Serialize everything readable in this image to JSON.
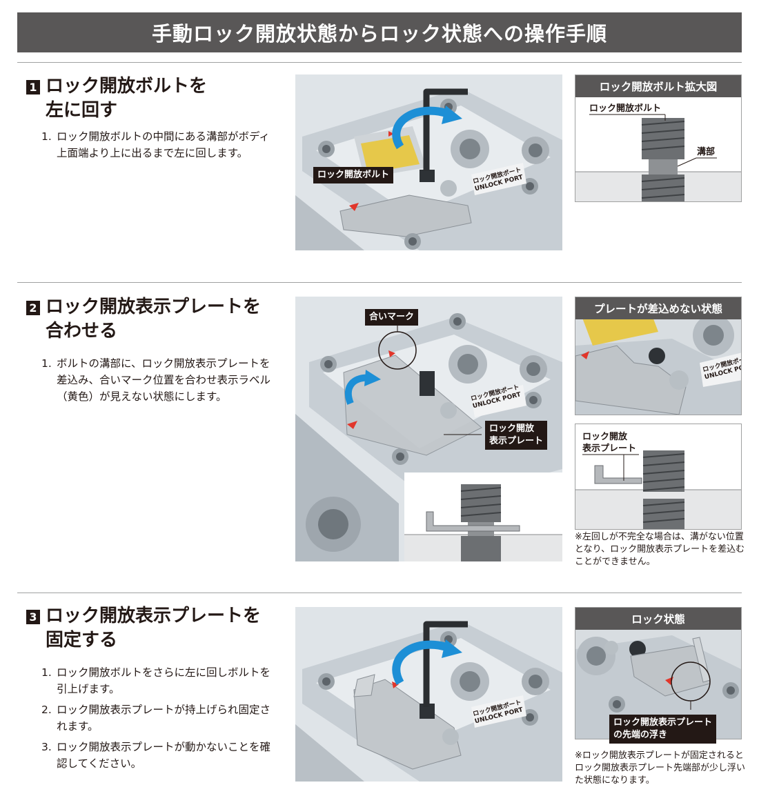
{
  "header": {
    "title": "手動ロック開放状態からロック状態への操作手順"
  },
  "step1": {
    "num": "1",
    "title_l1": "ロック開放ボルトを",
    "title_l2": "左に回す",
    "items": [
      {
        "n": "1.",
        "text": "ロック開放ボルトの中間にある溝部がボディ上面端より上に出るまで左に回します。"
      }
    ],
    "photo_callout": "ロック開放ボルト",
    "port_label_l1": "ロック開放ポート",
    "port_label_l2": "UNLOCK PORT",
    "side_title": "ロック開放ボルト拡大図",
    "side_label_bolt": "ロック開放ボルト",
    "side_label_groove": "溝部"
  },
  "step2": {
    "num": "2",
    "title_l1": "ロック開放表示プレートを",
    "title_l2": "合わせる",
    "items": [
      {
        "n": "1.",
        "text": "ボルトの溝部に、ロック開放表示プレートを差込み、合いマーク位置を合わせ表示ラベル（黄色）が見えない状態にします。"
      }
    ],
    "callout_mark": "合いマーク",
    "callout_plate_l1": "ロック開放",
    "callout_plate_l2": "表示プレート",
    "port_label_l1": "ロック開放ポート",
    "port_label_l2": "UNLOCK PORT",
    "side_title": "プレートが差込めない状態",
    "side_label_l1": "ロック開放",
    "side_label_l2": "表示プレート",
    "note": "※左回しが不完全な場合は、溝がない位置となり、ロック開放表示プレートを差込むことができません。"
  },
  "step3": {
    "num": "3",
    "title_l1": "ロック開放表示プレートを",
    "title_l2": "固定する",
    "items": [
      {
        "n": "1.",
        "text": "ロック開放ボルトをさらに左に回しボルトを引上げます。"
      },
      {
        "n": "2.",
        "text": "ロック開放表示プレートが持上げられ固定されます。"
      },
      {
        "n": "3.",
        "text": "ロック開放表示プレートが動かないことを確認してください。"
      }
    ],
    "port_label_l1": "ロック開放ポート",
    "port_label_l2": "UNLOCK PORT",
    "side_title": "ロック状態",
    "callout_l1": "ロック開放表示プレート",
    "callout_l2": "の先端の浮き",
    "note": "※ロック開放表示プレートが固定されるとロック開放表示プレート先端部が少し浮いた状態になります。"
  },
  "colors": {
    "header_bg": "#595757",
    "arrow_blue": "#1d8fd6",
    "label_yellow": "#e6c84a",
    "mark_red": "#e1362b"
  }
}
